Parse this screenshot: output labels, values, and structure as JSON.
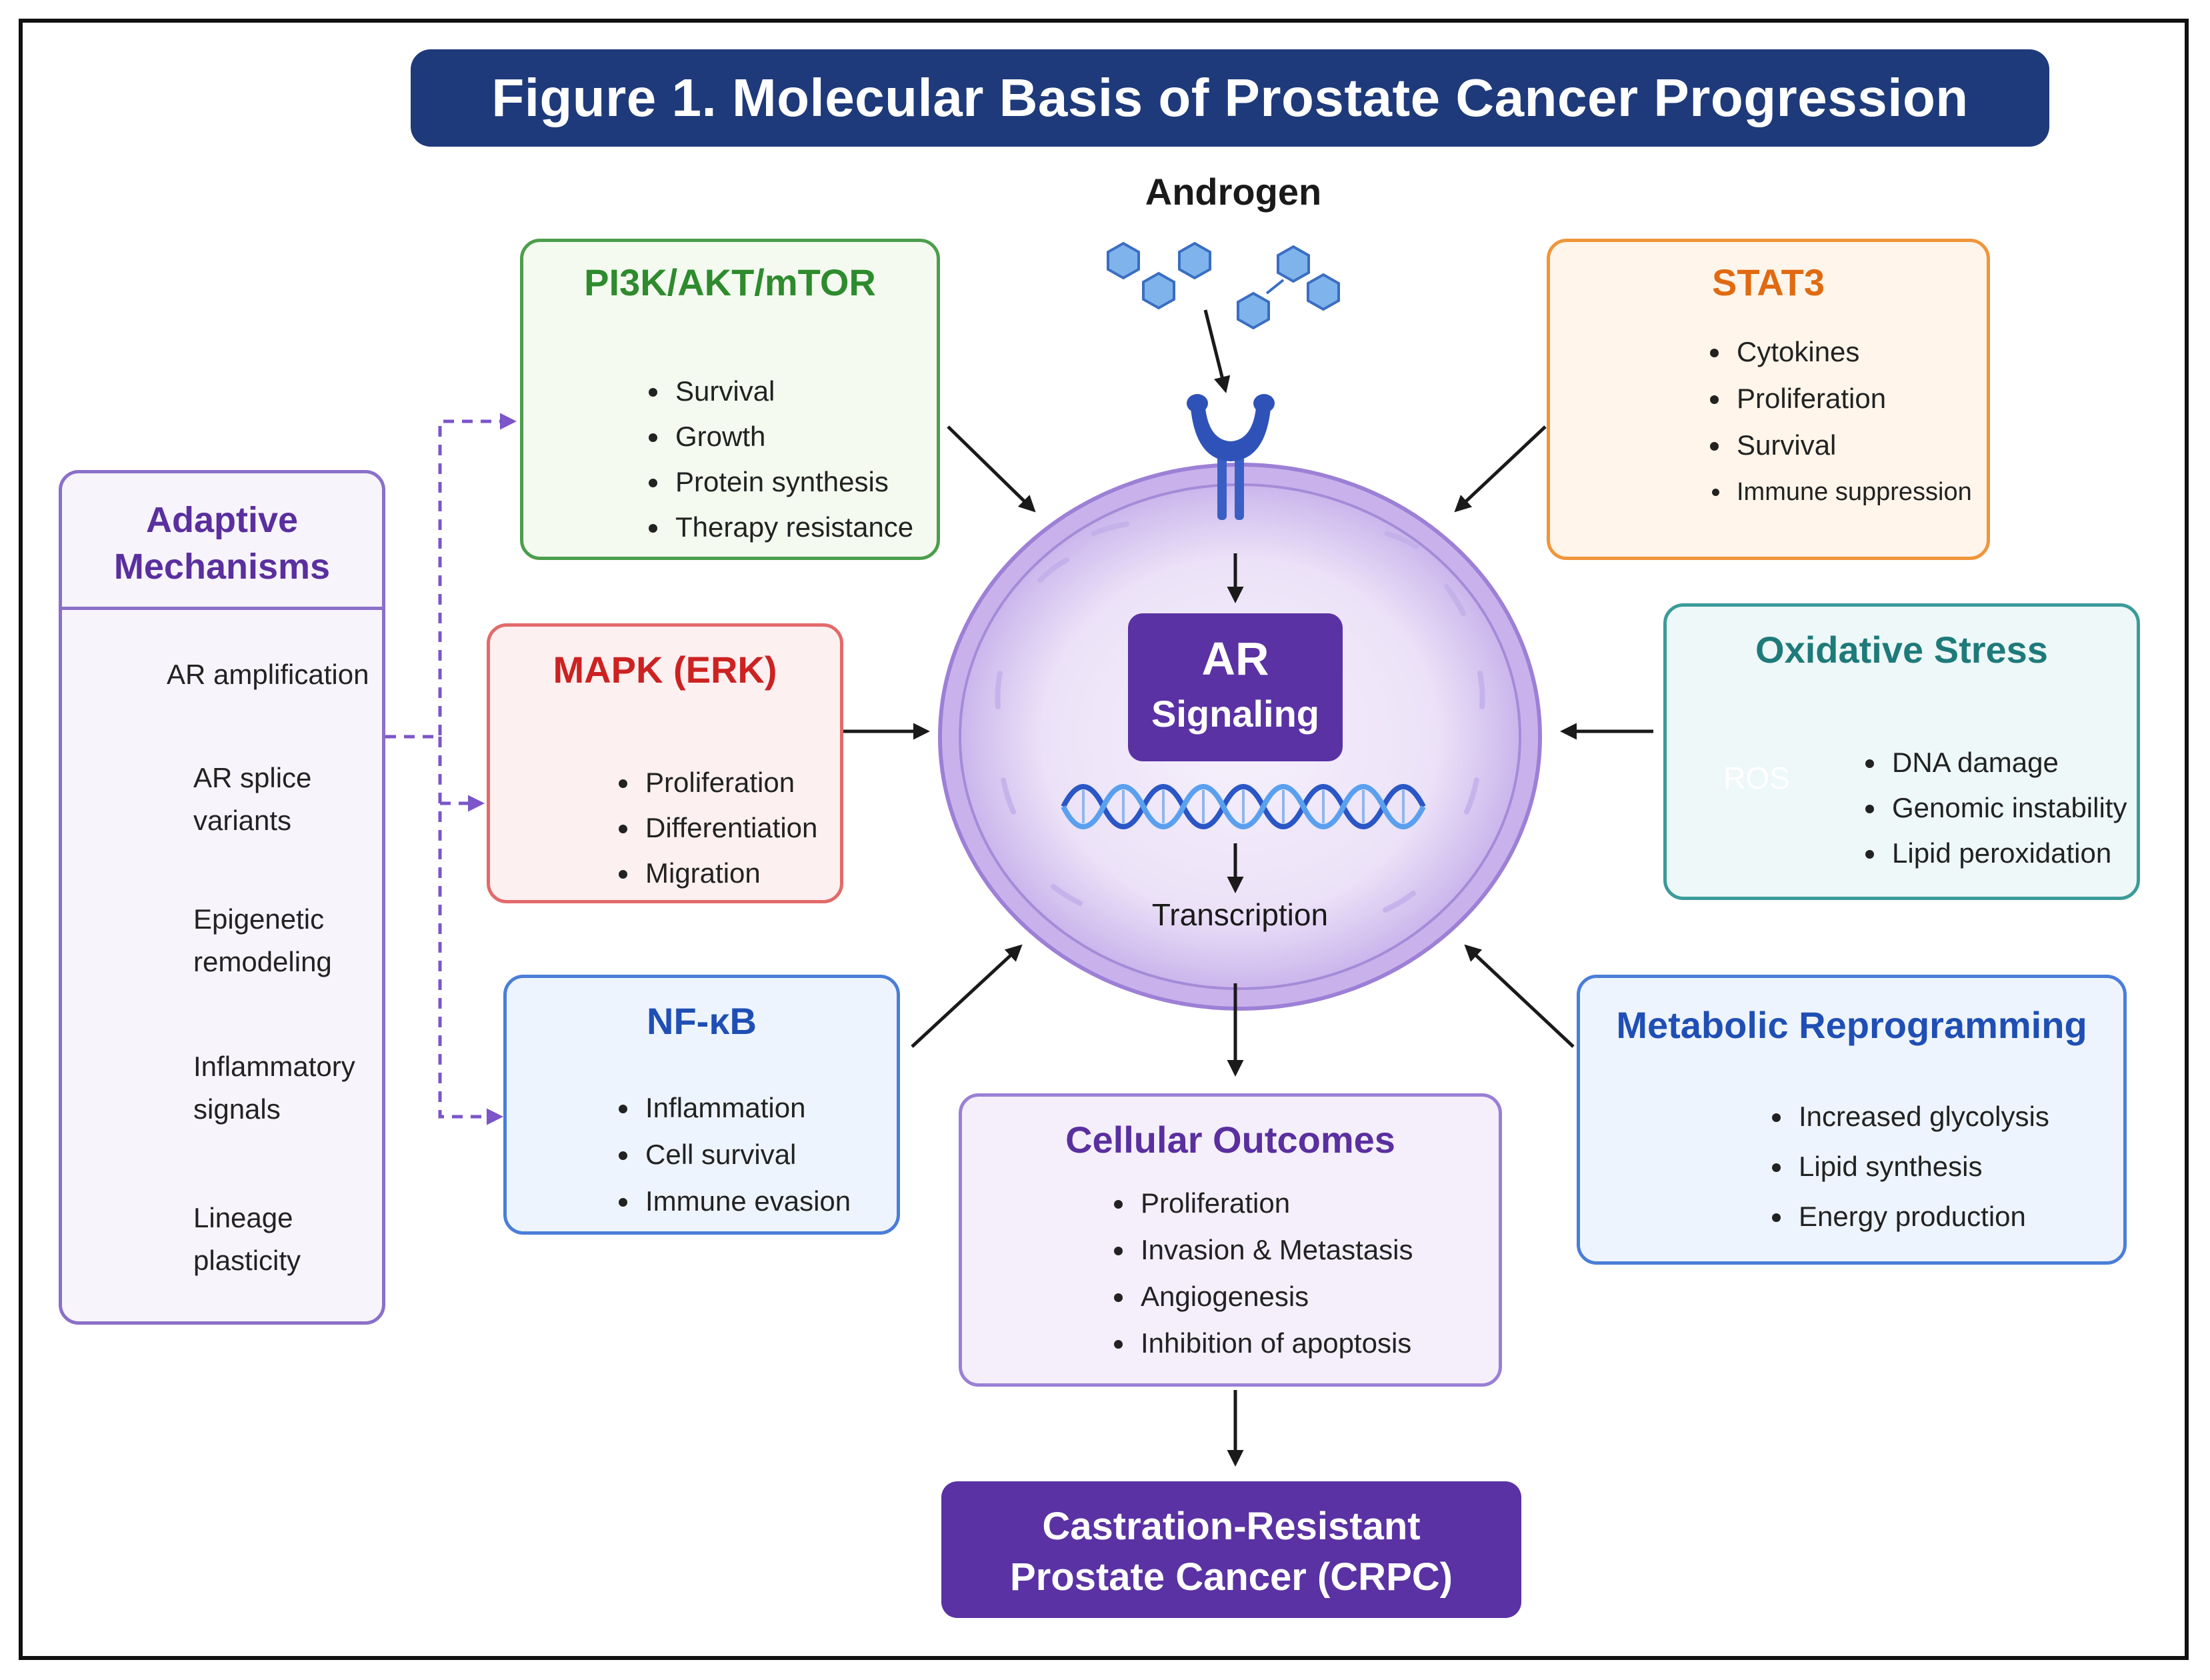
{
  "title": "Figure 1. Molecular Basis of Prostate Cancer Progression",
  "androgen_label": "Androgen",
  "center": {
    "ar_line1": "AR",
    "ar_line2": "Signaling",
    "transcription": "Transcription"
  },
  "pi3k": {
    "title": "PI3K/AKT/mTOR",
    "color": "#2e8b2e",
    "items": [
      "Survival",
      "Growth",
      "Protein synthesis",
      "Therapy resistance"
    ]
  },
  "stat3": {
    "title": "STAT3",
    "color": "#e06a12",
    "items": [
      "Cytokines",
      "Proliferation",
      "Survival",
      "Immune suppression"
    ]
  },
  "mapk": {
    "title": "MAPK (ERK)",
    "color": "#cc2222",
    "items": [
      "Proliferation",
      "Differentiation",
      "Migration"
    ]
  },
  "oxidative": {
    "title": "Oxidative Stress",
    "color": "#1f7a7a",
    "ros_label": "ROS",
    "items": [
      "DNA damage",
      "Genomic instability",
      "Lipid peroxidation"
    ]
  },
  "nfkb": {
    "title": "NF-κB",
    "color": "#1f4fb4",
    "items": [
      "Inflammation",
      "Cell survival",
      "Immune evasion"
    ]
  },
  "metabolic": {
    "title": "Metabolic Reprogramming",
    "color": "#1f4fb4",
    "items": [
      "Increased glycolysis",
      "Lipid synthesis",
      "Energy production"
    ]
  },
  "outcomes": {
    "title": "Cellular Outcomes",
    "color": "#5a2f9e",
    "items": [
      "Proliferation",
      "Invasion & Metastasis",
      "Angiogenesis",
      "Inhibition of apoptosis"
    ]
  },
  "crpc": {
    "line1": "Castration-Resistant",
    "line2": "Prostate Cancer (CRPC)"
  },
  "adaptive": {
    "title_line1": "Adaptive",
    "title_line2": "Mechanisms",
    "color": "#5a2f9e",
    "items": [
      {
        "line1": "AR amplification",
        "line2": "",
        "icon": "dna-helix-icon"
      },
      {
        "line1": "AR splice",
        "line2": "variants",
        "icon": "wave-icon"
      },
      {
        "line1": "Epigenetic",
        "line2": "remodeling",
        "icon": "chromatin-icon"
      },
      {
        "line1": "Inflammatory",
        "line2": "signals",
        "icon": "dots-icon"
      },
      {
        "line1": "Lineage",
        "line2": "plasticity",
        "icon": "cells-icon"
      }
    ]
  }
}
